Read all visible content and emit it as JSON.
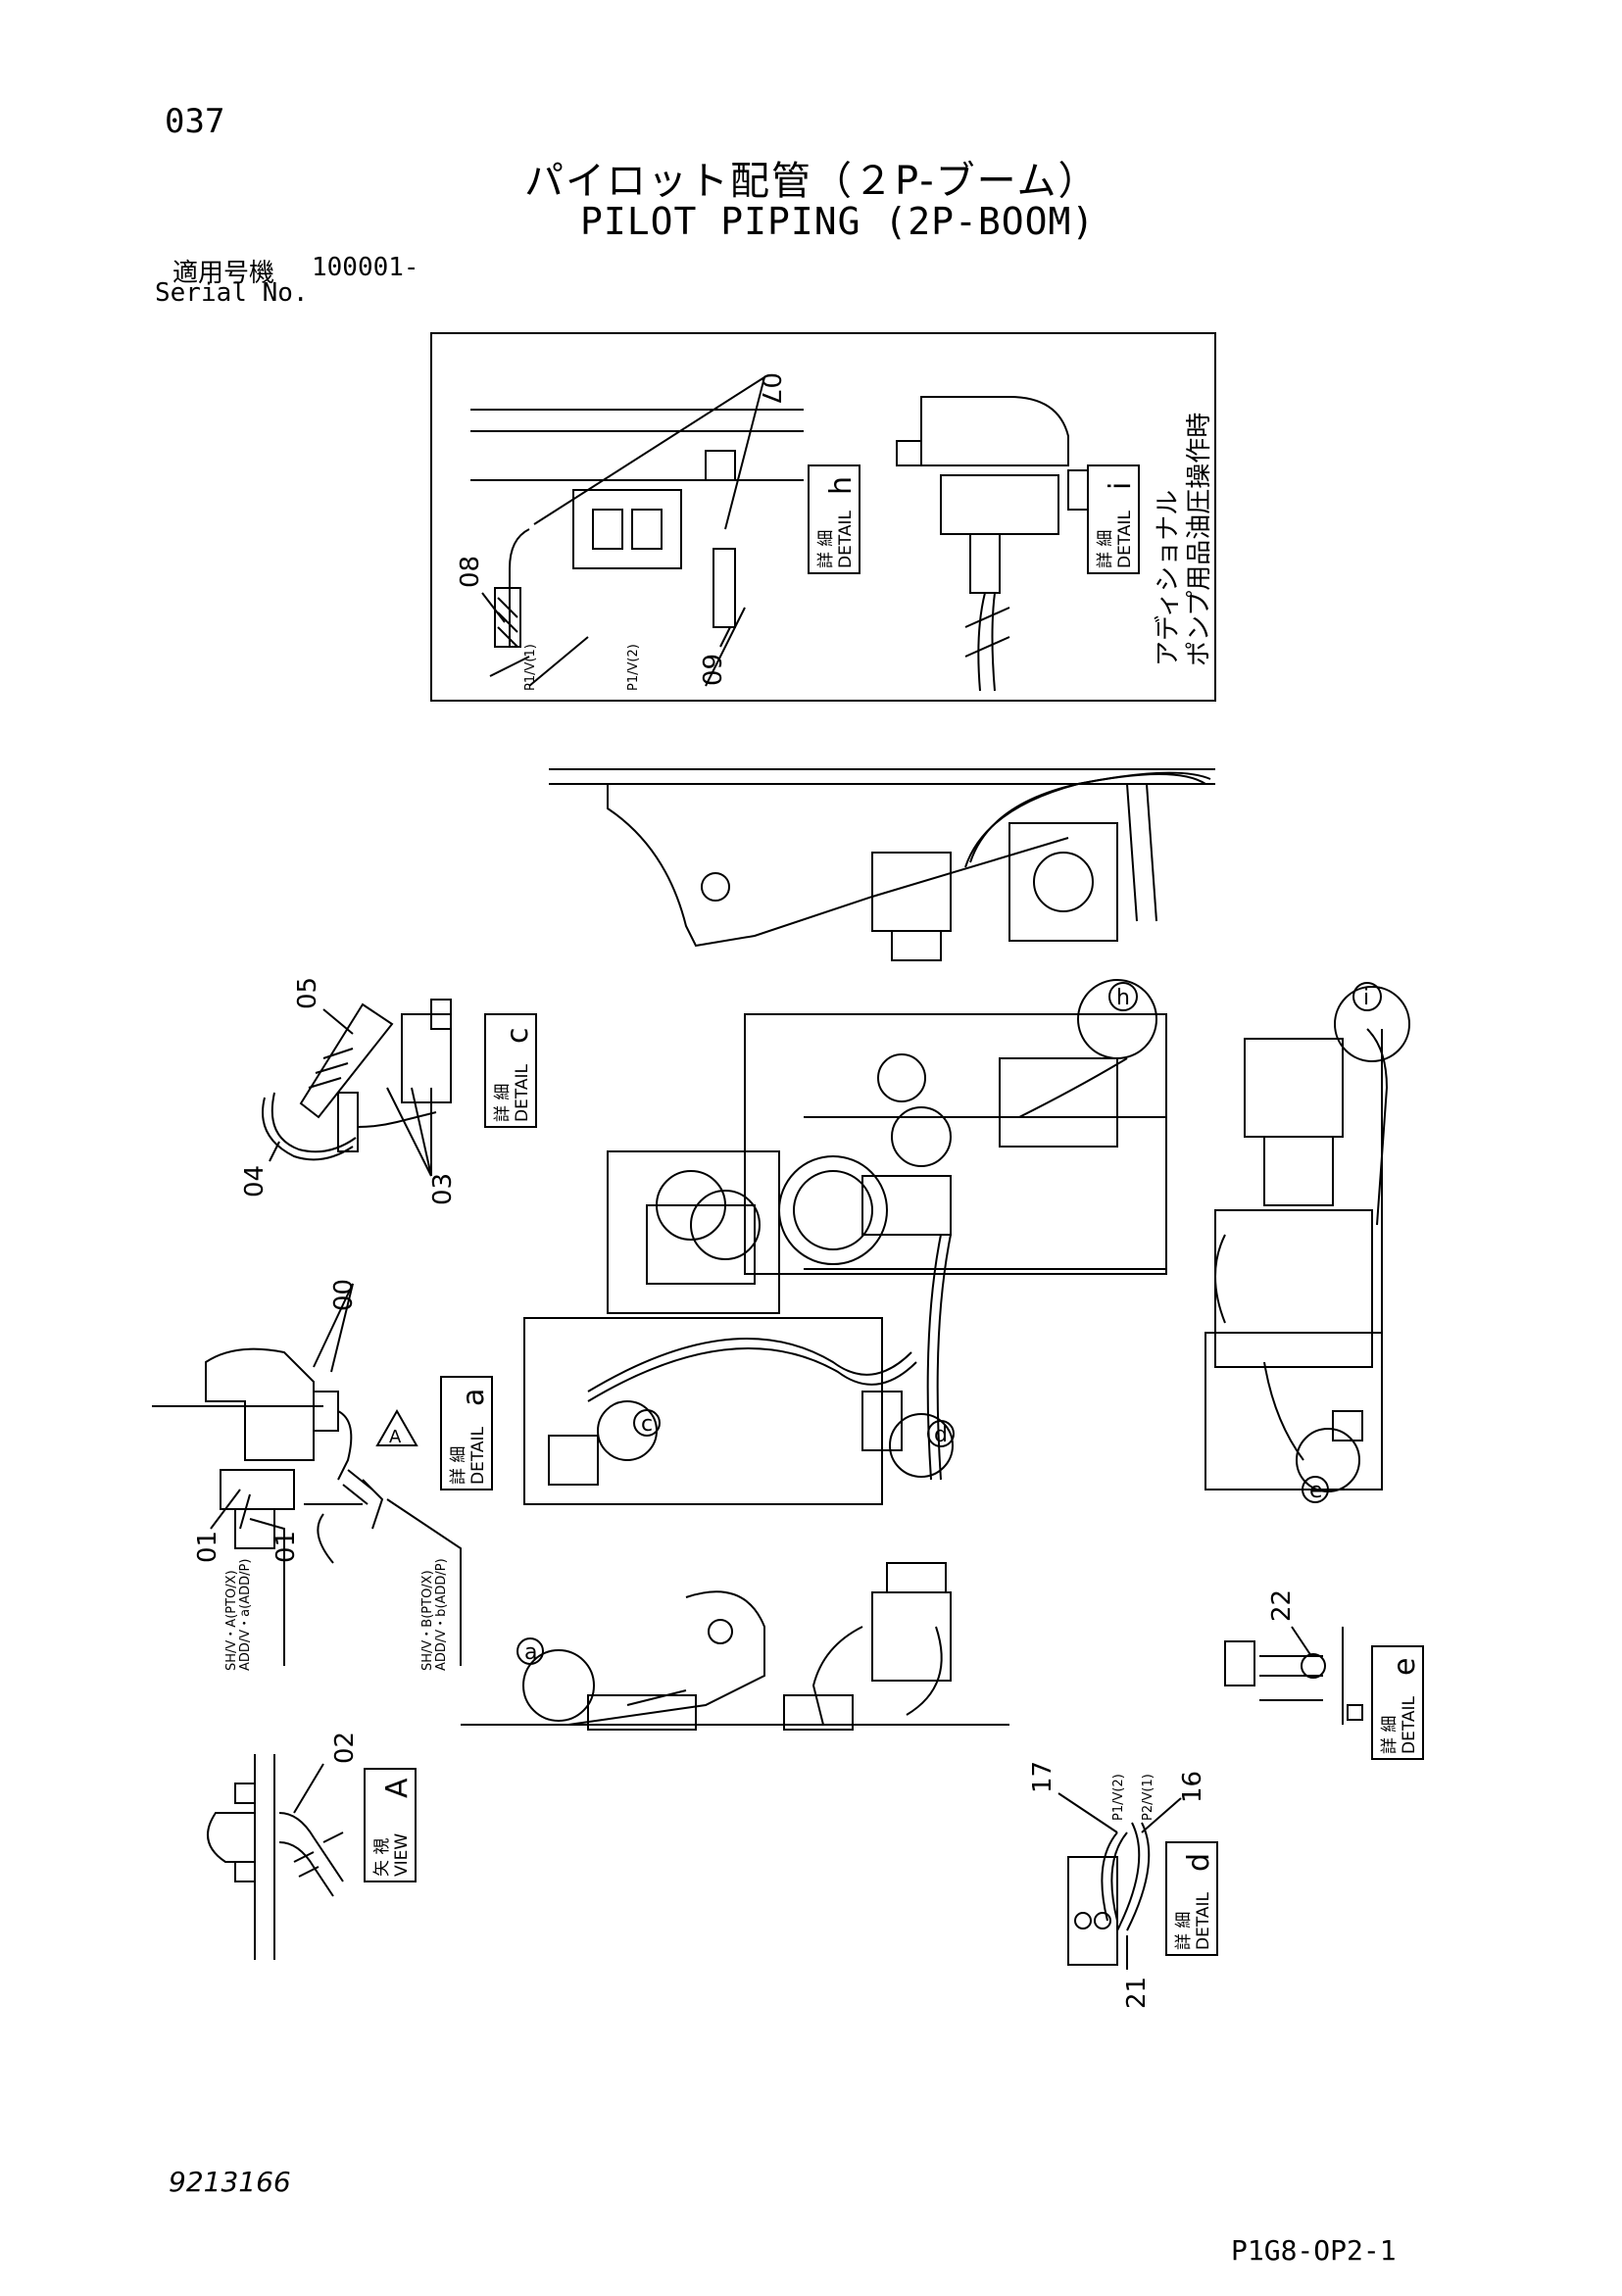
{
  "header": {
    "page_number": "037",
    "title_jp": "パイロット配管（２P-ブーム）",
    "title_en": "PILOT PIPING (2P-BOOM)",
    "serial_label_jp": "適用号機",
    "serial_value": "100001-",
    "serial_label_en": "Serial No."
  },
  "callouts": {
    "c00": "00",
    "c01a": "01",
    "c01b": "01",
    "c02": "02",
    "c03": "03",
    "c04": "04",
    "c05": "05",
    "c07": "07",
    "c08": "08",
    "c09": "09",
    "c16": "16",
    "c17": "17",
    "c21": "21",
    "c22": "22"
  },
  "details": {
    "detail_word": "DETAIL",
    "detail_jp": "詳 細",
    "view_word": "VIEW",
    "view_jp": "矢 視",
    "h": "h",
    "i": "i",
    "c": "c",
    "a": "a",
    "e": "e",
    "d": "d",
    "A": "A"
  },
  "circle_labels": {
    "h": "h",
    "i": "i",
    "c": "c",
    "d": "d",
    "e": "e",
    "a": "a"
  },
  "note_jp_line1": "アディショナル",
  "note_jp_line2": "ポンプ用品油圧操作時",
  "pipe_labels": {
    "p1v1": "P1/V(1)",
    "p1v2": "P1/V(2)",
    "shv_a": "SH/V・A(PTO/X)",
    "add_a": "ADD/V・a(ADD/P)",
    "shv_b": "SH/V・B(PTO/X)",
    "add_b": "ADD/V・b(ADD/P)",
    "p1v2_d": "P1/V(2)",
    "p2v_d": "P2/V(1)"
  },
  "footer": {
    "drawing_number": "9213166",
    "page_code": "P1G8-OP2-1"
  }
}
